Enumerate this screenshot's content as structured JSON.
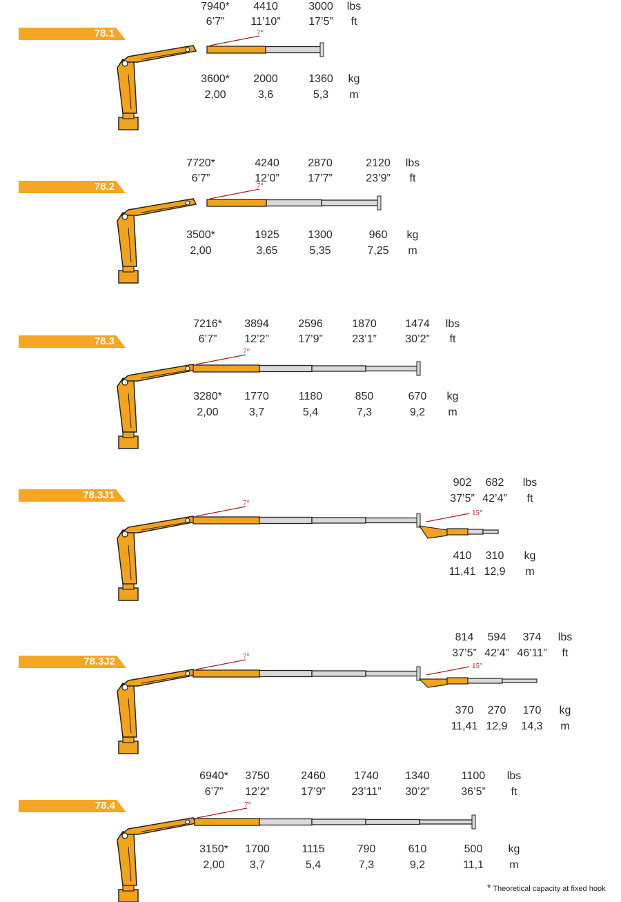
{
  "footnote": {
    "star": "*",
    "text": "Theoretical capacity at fixed hook"
  },
  "models": [
    {
      "name": "78.1",
      "angle_main": "7°",
      "angle_jib": "",
      "lbs": [
        "7940*",
        "4410",
        "3000"
      ],
      "ft": [
        "6’7”",
        "11’10”",
        "17’5”"
      ],
      "kg": [
        "3600*",
        "2000",
        "1360"
      ],
      "m": [
        "2,00",
        "3,6",
        "5,3"
      ],
      "units": {
        "lbs": "lbs",
        "ft": "ft",
        "kg": "kg",
        "m": "m"
      }
    },
    {
      "name": "78.2",
      "angle_main": "7°",
      "angle_jib": "",
      "lbs": [
        "7720*",
        "4240",
        "2870",
        "2120"
      ],
      "ft": [
        "6’7”",
        "12’0”",
        "17’7”",
        "23’9”"
      ],
      "kg": [
        "3500*",
        "1925",
        "1300",
        "960"
      ],
      "m": [
        "2,00",
        "3,65",
        "5,35",
        "7,25"
      ],
      "units": {
        "lbs": "lbs",
        "ft": "ft",
        "kg": "kg",
        "m": "m"
      }
    },
    {
      "name": "78.3",
      "angle_main": "7°",
      "angle_jib": "",
      "lbs": [
        "7216*",
        "3894",
        "2596",
        "1870",
        "1474"
      ],
      "ft": [
        "6’7”",
        "12’2”",
        "17’9”",
        "23’1”",
        "30’2”"
      ],
      "kg": [
        "3280*",
        "1770",
        "1180",
        "850",
        "670"
      ],
      "m": [
        "2,00",
        "3,7",
        "5,4",
        "7,3",
        "9,2"
      ],
      "units": {
        "lbs": "lbs",
        "ft": "ft",
        "kg": "kg",
        "m": "m"
      }
    },
    {
      "name": "78.3J1",
      "angle_main": "7°",
      "angle_jib": "15°",
      "lbs": [
        "902",
        "682"
      ],
      "ft": [
        "37’5”",
        "42’4”"
      ],
      "kg": [
        "410",
        "310"
      ],
      "m": [
        "11,41",
        "12,9"
      ],
      "units": {
        "lbs": "lbs",
        "ft": "ft",
        "kg": "kg",
        "m": "m"
      }
    },
    {
      "name": "78.3J2",
      "angle_main": "7°",
      "angle_jib": "15°",
      "lbs": [
        "814",
        "594",
        "374"
      ],
      "ft": [
        "37’5”",
        "42’4”",
        "46’11”"
      ],
      "kg": [
        "370",
        "270",
        "170"
      ],
      "m": [
        "11,41",
        "12,9",
        "14,3"
      ],
      "units": {
        "lbs": "lbs",
        "ft": "ft",
        "kg": "kg",
        "m": "m"
      }
    },
    {
      "name": "78.4",
      "angle_main": "7°",
      "angle_jib": "",
      "lbs": [
        "6940*",
        "3750",
        "2460",
        "1740",
        "1340",
        "1100"
      ],
      "ft": [
        "6’7”",
        "12’2”",
        "17’9”",
        "23’11”",
        "30’2”",
        "36’5”"
      ],
      "kg": [
        "3150*",
        "1700",
        "1115",
        "790",
        "610",
        "500"
      ],
      "m": [
        "2,00",
        "3,7",
        "5,4",
        "7,3",
        "9,2",
        "11,1"
      ],
      "units": {
        "lbs": "lbs",
        "ft": "ft",
        "kg": "kg",
        "m": "m"
      }
    }
  ]
}
